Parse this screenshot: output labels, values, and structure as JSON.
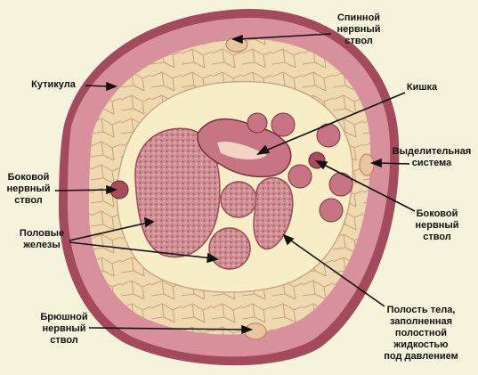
{
  "labels": {
    "dorsal_nerve": [
      "Спинной",
      "нервный",
      "ствол"
    ],
    "cuticle": [
      "Кутикула"
    ],
    "intestine": [
      "Кишка"
    ],
    "excretory": [
      "Выделительная",
      "система"
    ],
    "lateral_nerve_left": [
      "Боковой",
      "нервный",
      "ствол"
    ],
    "lateral_nerve_right": [
      "Боковой",
      "нервный",
      "ствол"
    ],
    "gonads": [
      "Половые",
      "железы"
    ],
    "body_cavity": [
      "Полость тела,",
      "заполненная",
      "полостной",
      "жидкостью",
      "под давлением"
    ],
    "ventral_nerve": [
      "Брюшной",
      "нервный",
      "ствол"
    ]
  },
  "colors": {
    "background": "#f6f3dc",
    "cuticle": "#a34a5c",
    "muscle": "#d7909c",
    "tissue": "#efd9b0",
    "cavity": "#f7edc6",
    "organ": "#c77484",
    "line": "#111111"
  }
}
